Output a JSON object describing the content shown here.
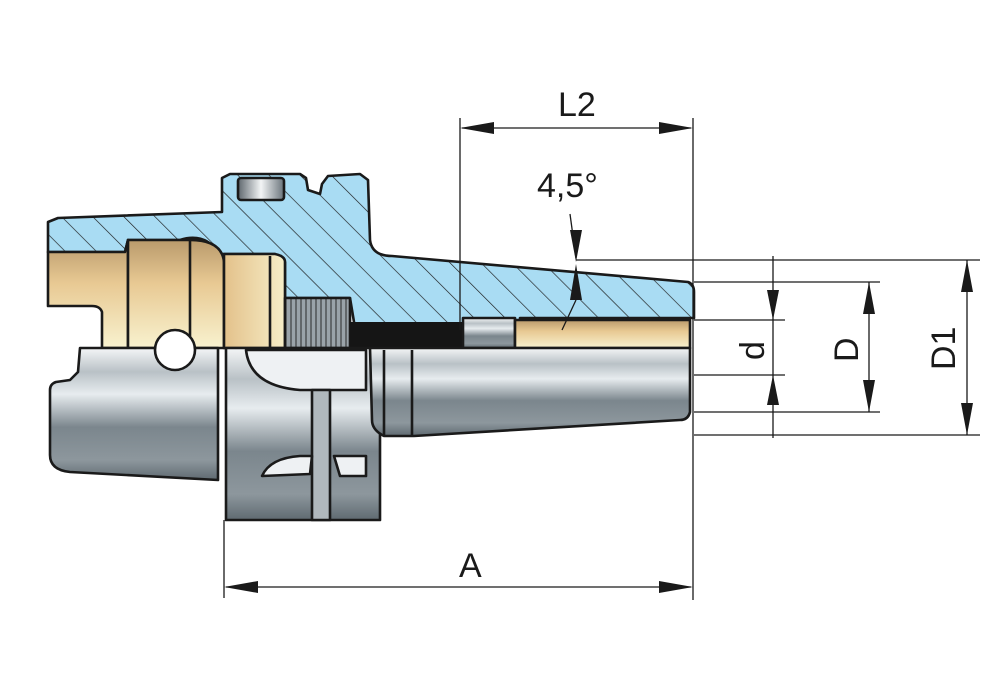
{
  "title": "Shrink-fit tool holder (HSK-style) with 4.5° taper nose – dimensioned section drawing",
  "dimensions": {
    "L2": "L2",
    "angle": "4,5°",
    "d": "d",
    "D": "D",
    "D1": "D1",
    "A": "A"
  },
  "colors": {
    "section_fill": "#a9dcf3",
    "brass": "#f2dea8",
    "steel_dark": "#6f7a82",
    "steel_light": "#eef1f3",
    "line": "#1a1a1a"
  },
  "parts": [
    "holder-body-section",
    "taper-shank",
    "clamping-sleeve",
    "collar",
    "tool-shank-bore",
    "set-screw"
  ]
}
